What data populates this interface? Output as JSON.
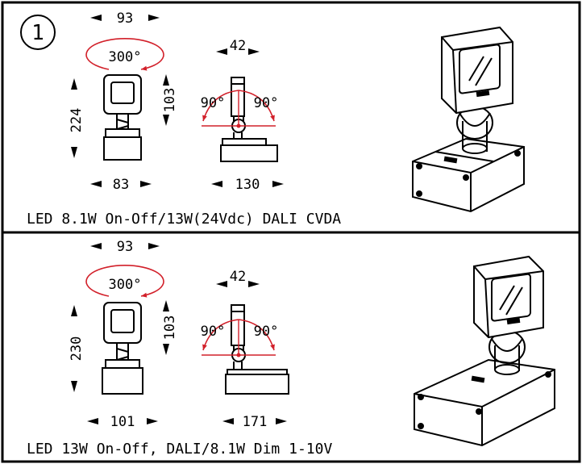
{
  "badge": "1",
  "sections": [
    {
      "top_width": "93",
      "rotation": "300°",
      "height": "224",
      "head_height": "103",
      "side_width": "42",
      "tilt_left": "90°",
      "tilt_right": "90°",
      "base_width": "83",
      "side_depth": "130",
      "caption": "LED 8.1W On-Off/13W(24Vdc) DALI CVDA"
    },
    {
      "top_width": "93",
      "rotation": "300°",
      "height": "230",
      "head_height": "103",
      "side_width": "42",
      "tilt_left": "90°",
      "tilt_right": "90°",
      "base_width": "101",
      "side_depth": "171",
      "caption": "LED 13W On-Off, DALI/8.1W Dim 1-10V"
    }
  ],
  "colors": {
    "accent": "#d2202a",
    "line": "#000000"
  }
}
